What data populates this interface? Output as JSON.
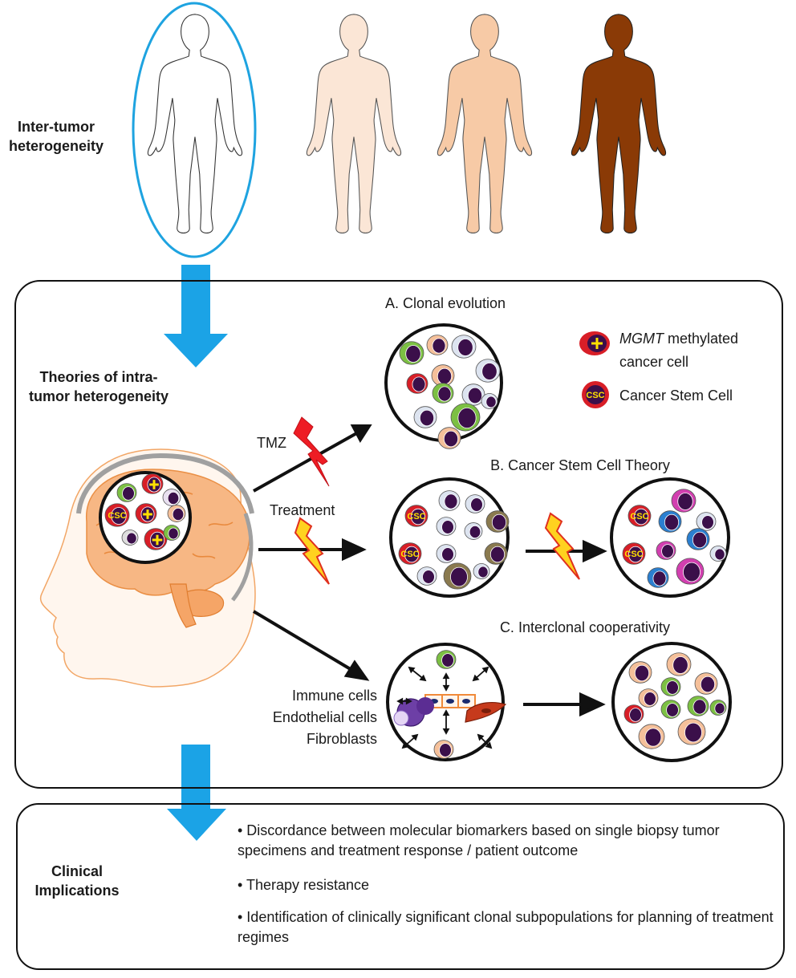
{
  "top": {
    "inter_tumor_label": "Inter-tumor heterogeneity",
    "skin_tones": [
      "#ffffff",
      "#fbe6d6",
      "#f7caa6",
      "#8a3a06"
    ],
    "highlight_color": "#1ea3e0"
  },
  "theories": {
    "title": "Theories of intra-tumor heterogeneity",
    "brain_csc_label": "CSC",
    "arrow_labels": {
      "tmz": "TMZ",
      "treatment": "Treatment"
    },
    "panel_a": {
      "title": "A. Clonal evolution"
    },
    "panel_b": {
      "title": "B. Cancer Stem Cell Theory",
      "csc_label": "CSC"
    },
    "panel_c": {
      "title": "C. Interclonal cooperativity",
      "microenvironment": [
        "Immune cells",
        "Endothelial cells",
        "Fibroblasts"
      ]
    },
    "legend": {
      "mgmt_italic": "MGMT",
      "mgmt_rest": " methylated",
      "mgmt_line2": "cancer cell",
      "csc_icon_text": "CSC",
      "csc_label": "Cancer Stem Cell"
    }
  },
  "clinical": {
    "title": "Clinical Implications",
    "bullets": [
      "• Discordance between molecular biomarkers based on single biopsy tumor specimens and treatment response / patient outcome",
      "• Therapy resistance",
      "•  Identification of clinically significant clonal subpopulations for planning of treatment regimes"
    ]
  },
  "colors": {
    "blue_arrow": "#1ba3e6",
    "brain_orange": "#f5b27a",
    "lightning_red": "#ee1c24",
    "lightning_yellow": "#ffd21f",
    "nucleus": "#3b0f4a",
    "cell_green": "#7cc043",
    "cell_peach": "#f5c09a",
    "cell_red": "#d81e27",
    "cell_pale": "#dde4f0",
    "cell_olive": "#8a7a4f",
    "cell_magenta": "#d23fb0",
    "cell_blue": "#2b7fd0"
  }
}
